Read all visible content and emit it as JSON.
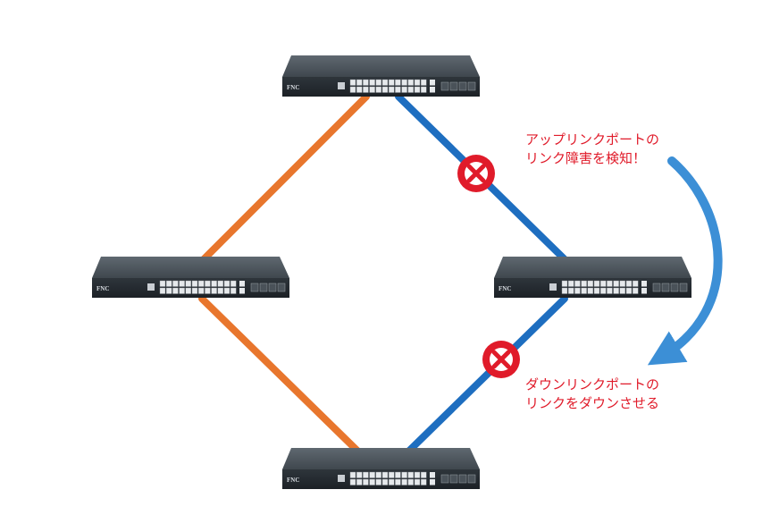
{
  "diagram": {
    "colors": {
      "orange_link": "#E8762D",
      "blue_link": "#1E6EC0",
      "fault_mark": "#E01B2A",
      "annotation_text": "#E01B2A",
      "arrow": "#3C8FD6"
    },
    "switches": [
      {
        "id": "switch-top",
        "logo": "FNC"
      },
      {
        "id": "switch-left",
        "logo": "FNC"
      },
      {
        "id": "switch-right",
        "logo": "FNC"
      },
      {
        "id": "switch-bottom",
        "logo": "FNC"
      }
    ],
    "links": [
      {
        "from": "switch-top",
        "to": "switch-left",
        "color": "orange_link"
      },
      {
        "from": "switch-left",
        "to": "switch-bottom",
        "color": "orange_link"
      },
      {
        "from": "switch-top",
        "to": "switch-right",
        "color": "blue_link",
        "fault": true
      },
      {
        "from": "switch-right",
        "to": "switch-bottom",
        "color": "blue_link",
        "fault": true
      }
    ],
    "annotations": {
      "uplink": {
        "line1": "アップリンクポートの",
        "line2": "リンク障害を検知！"
      },
      "downlink": {
        "line1": "ダウンリンクポートの",
        "line2": "リンクをダウンさせる"
      }
    }
  }
}
